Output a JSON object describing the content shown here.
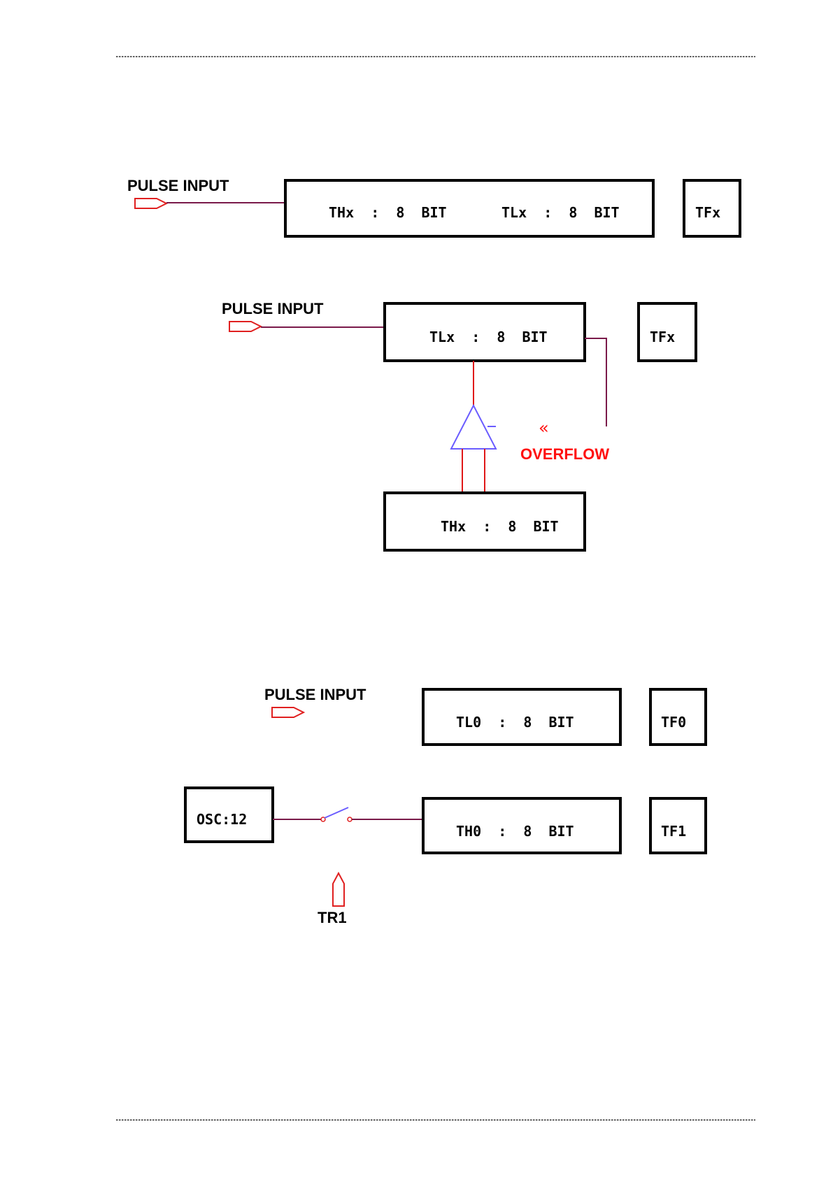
{
  "fig1": {
    "pulse_label": "PULSE INPUT",
    "th_label": "THx  :  8  BIT",
    "tl_label": "TLx  :  8  BIT",
    "tf_label": "TFx"
  },
  "fig2": {
    "pulse_label": "PULSE INPUT",
    "tl_label": "TLx  :  8  BIT",
    "tf_label": "TFx",
    "overflow_symbol": "«",
    "overflow_label": "OVERFLOW",
    "th_label": "THx  :  8  BIT"
  },
  "fig3": {
    "pulse_label": "PULSE INPUT",
    "tl0_label": "TL0  :  8  BIT",
    "tf0_label": "TF0",
    "osc_label": "OSC:12",
    "th0_label": "TH0  :  8  BIT",
    "tf1_label": "TF1",
    "tr1_label": "TR1"
  },
  "colors": {
    "wire": "#7a1a4a",
    "pulse_arrow": "#e02020",
    "buffer": "#6a5cff",
    "overflow": "#ff1010"
  }
}
